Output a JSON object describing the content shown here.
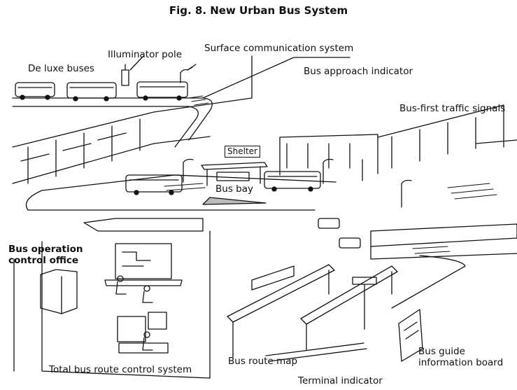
{
  "figure": {
    "title": "Fig. 8.   New Urban Bus System"
  },
  "labels": {
    "deluxe_buses": "De luxe buses",
    "illuminator_pole": "Illuminator pole",
    "surface_comm": "Surface communication system",
    "bus_approach": "Bus approach indicator",
    "bus_first_signals": "Bus-first traffic signals",
    "shelter": "Shelter",
    "bus_bay": "Bus bay",
    "bus_operation_line1": "Bus operation",
    "bus_operation_line2": "control office",
    "total_route_control": "Total bus route control system",
    "bus_route_map": "Bus route map",
    "terminal_indicator": "Terminal indicator",
    "guide_board_line1": "Bus guide",
    "guide_board_line2": "information board"
  },
  "colors": {
    "ink": "#111111",
    "paper": "#ffffff"
  }
}
